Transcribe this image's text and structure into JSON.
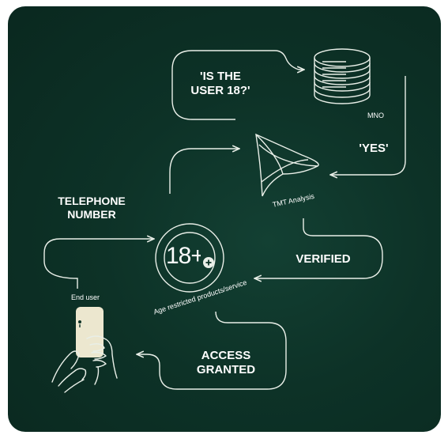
{
  "labels": {
    "question": "'IS THE USER 18?'",
    "mno": "MNO",
    "yes": "'YES'",
    "tmt": "TMT Analysis",
    "telephone": "TELEPHONE NUMBER",
    "verified": "VERIFIED",
    "age_badge": "18+",
    "age_caption": "Age restricted products/service",
    "end_user": "End user",
    "access": "ACCESS GRANTED"
  },
  "colors": {
    "background": "#0d3227",
    "line": "#e9efe8",
    "phone": "#ece7cf"
  }
}
